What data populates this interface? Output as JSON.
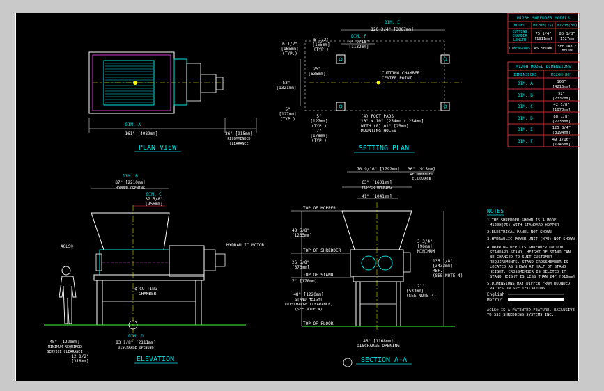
{
  "models_table": {
    "title": "M120H SHREDDER MODELS",
    "col_model": "MODEL",
    "col_a": "M120H(75)",
    "col_b": "M120H(80)",
    "row1_label_l1": "CUTTING",
    "row1_label_l2": "CHAMBER",
    "row1_label_l3": "LENGTH",
    "row1_a_l1": "75 1/4\"",
    "row1_a_l2": "[1911mm]",
    "row1_b_l1": "80 1/8\"",
    "row1_b_l2": "[1527mm]",
    "row2_label": "DIMENSIONS",
    "row2_a": "AS SHOWN",
    "row2_b_l1": "SEE TABLE",
    "row2_b_l2": "BELOW"
  },
  "dims_table": {
    "title": "M120H MODEL DIMENSIONS",
    "col_dim": "DIMENSIONS",
    "col_val": "M120H(80)",
    "rows": [
      {
        "label": "DIM. A",
        "v1": "166\"",
        "v2": "[4216mm]"
      },
      {
        "label": "DIM. B",
        "v1": "92\"",
        "v2": "[2337mm]"
      },
      {
        "label": "DIM. C",
        "v1": "42 1/8\"",
        "v2": "[1070mm]"
      },
      {
        "label": "DIM. D",
        "v1": "88 1/8\"",
        "v2": "[2238mm]"
      },
      {
        "label": "DIM. E",
        "v1": "125 3/4\"",
        "v2": "[3194mm]"
      },
      {
        "label": "DIM. F",
        "v1": "49 1/16\"",
        "v2": "[1246mm]"
      }
    ]
  },
  "plan_view": {
    "title": "PLAN VIEW",
    "dim_a_label": "DIM. A",
    "dim_a_value": "161\" [4089mm]",
    "clearance_value": "36\" [915mm]",
    "clearance_l1": "RECOMMENDED",
    "clearance_l2": "CLEARANCE"
  },
  "setting_plan": {
    "title": "SETTING PLAN",
    "dim_e_label": "DIM. E",
    "dim_e_value": "120 3/4\" [3067mm]",
    "dim_f_label": "DIM. F",
    "dim_f_value": "44 9/16\"",
    "dim_f_mm": "[1132mm]",
    "left_top_l1": "6 1/2\"",
    "left_top_l2": "[165mm]",
    "left_top_l3": "(TYP.)",
    "inner_top_l1": "6 1/2\"",
    "inner_top_l2": "[165mm]",
    "inner_top_l3": "(TYP.)",
    "mid_l1": "25\"",
    "mid_l2": "[635mm]",
    "tall_l1": "53\"",
    "tall_l2": "[1321mm]",
    "bot_l1": "5\"",
    "bot_l2": "[127mm]",
    "bot_l3": "(TYP.)",
    "foot1_l1": "5\"",
    "foot1_l2": "[127mm]",
    "foot1_l3": "(TYP.)",
    "foot2_l1": "7\"",
    "foot2_l2": "[178mm]",
    "foot2_l3": "(TYP.)",
    "center_l1": "CUTTING CHAMBER",
    "center_l2": "CENTER POINT",
    "pads_l1": "(4) FOOT PADS",
    "pads_l2": "10\" x 10\" [254mm x 254mm]",
    "pads_l3": "WITH (8) ø1\" [25mm]",
    "pads_l4": "MOUNTING HOLES"
  },
  "elevation": {
    "title": "ELEVATION",
    "dim_b_label": "DIM. B",
    "dim_b_value": "87\" [2210mm]",
    "dim_b_sub": "HOPPER OPENING",
    "dim_c_label": "DIM. C",
    "dim_c_value": "37 5/8\"",
    "dim_c_mm": "[956mm]",
    "acls": "ACLS®",
    "motor": "HYDRAULIC MOTOR",
    "chamber_l1": "¢ CUTTING",
    "chamber_l2": "CHAMBER",
    "service_l1": "48\" [1220mm]",
    "service_l2": "MINIMUM REQUIRED",
    "service_l3": "SERVICE CLEARANCE",
    "dim_d_label": "DIM. D",
    "dim_d_value": "83 1/8\" [2111mm]",
    "dim_d_sub": "DISCHARGE OPENING",
    "small_l1": "12 1/2\"",
    "small_l2": "[318mm]"
  },
  "section": {
    "title": "SECTION A-A",
    "top_w1": "70 9/16\" [1792mm]",
    "top_w2": "36\" [915mm]",
    "top_w2_l2": "RECOMMENDED",
    "top_w2_l3": "CLEARANCE",
    "hopper_w": "63\" [1601mm]",
    "hopper_w_sub": "HOPPER OPENING",
    "inner_w": "41\" [1041mm]",
    "top_hopper": "TOP OF HOPPER",
    "h1_l1": "48 5/8\"",
    "h1_l2": "[1235mm]",
    "top_shredder": "TOP OF SHREDDER",
    "h2_l1": "26 5/8\"",
    "h2_l2": "[676mm]",
    "top_stand": "TOP OF STAND",
    "h3": "7\" [178mm]",
    "stand_h_l1": "48\" [1220mm]",
    "stand_h_l2": "STAND HEIGHT",
    "stand_h_l3": "(DISCHARGE CLEARANCE)",
    "stand_h_l4": "(SEE NOTE 4)",
    "top_floor": "TOP OF FLOOR",
    "minimum_l1": "3 3/4\"",
    "minimum_l2": "[96mm]",
    "minimum_l3": "MINIMUM",
    "ref_l1": "21\"",
    "ref_l2": "[533mm]",
    "ref_l3": "(SEE NOTE 4)",
    "total_l1": "135 1/8\"",
    "total_l2": "[3433mm]",
    "total_l3": "REF.",
    "total_l4": "(SEE NOTE 4)",
    "bottom_w": "46\" [1168mm]",
    "bottom_sub": "DISCHARGE OPENING"
  },
  "notes": {
    "title": "NOTES",
    "n1_l1": "1.THE SHREDDER SHOWN IS A MODEL",
    "n1_l2": "M120H(75) WITH STANDARD HOPPER",
    "n2": "2.ELECTRICAL PANEL NOT SHOWN",
    "n3": "3.HYDRAULIC POWER UNIT (HPU) NOT SHOWN",
    "n4_l1": "4.DRAWING DEPICTS SHREDDER ON OUR",
    "n4_l2": "STANDARD STAND, HEIGHT OF STAND CAN",
    "n4_l3": "BE CHANGED TO SUIT CUSTOMER",
    "n4_l4": "REQUIREMENTS. STAND CROSSMEMBER IS",
    "n4_l5": "LOCATED AS SHOWN AT HALF OF STAND",
    "n4_l6": "HEIGHT. CROSSMEMBER IS DELETED IF",
    "n4_l7": "STAND HEIGHT IS LESS THAN 24\" [610mm]",
    "n5_l1": "5.DIMENSIONS MAY DIFFER FROM ROUNDED",
    "n5_l2": "VALUES ON SPECIFICATIONS.",
    "eng_label": "English",
    "metric_label": "Metric",
    "acls_l1": "ACLS® IS A PATENTED FEATURE, EXCLUSIVE",
    "acls_l2": "TO SSI SHREDDING SYSTEMS INC."
  }
}
